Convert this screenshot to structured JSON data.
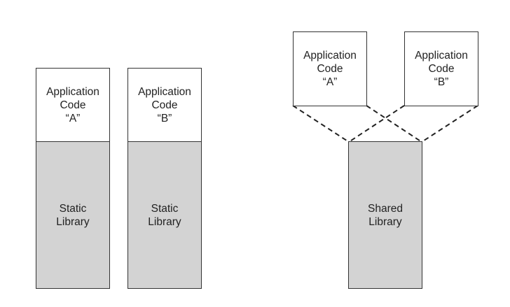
{
  "static_left": {
    "app_lines": [
      "Application",
      "Code",
      "“A”"
    ],
    "lib_lines": [
      "Static",
      "Library"
    ]
  },
  "static_right": {
    "app_lines": [
      "Application",
      "Code",
      "“B”"
    ],
    "lib_lines": [
      "Static",
      "Library"
    ]
  },
  "shared": {
    "app_a_lines": [
      "Application",
      "Code",
      "“A”"
    ],
    "app_b_lines": [
      "Application",
      "Code",
      "“B”"
    ],
    "lib_lines": [
      "Shared",
      "Library"
    ]
  },
  "colors": {
    "library_fill": "#d3d3d3",
    "app_fill": "#ffffff",
    "stroke": "#333333"
  }
}
